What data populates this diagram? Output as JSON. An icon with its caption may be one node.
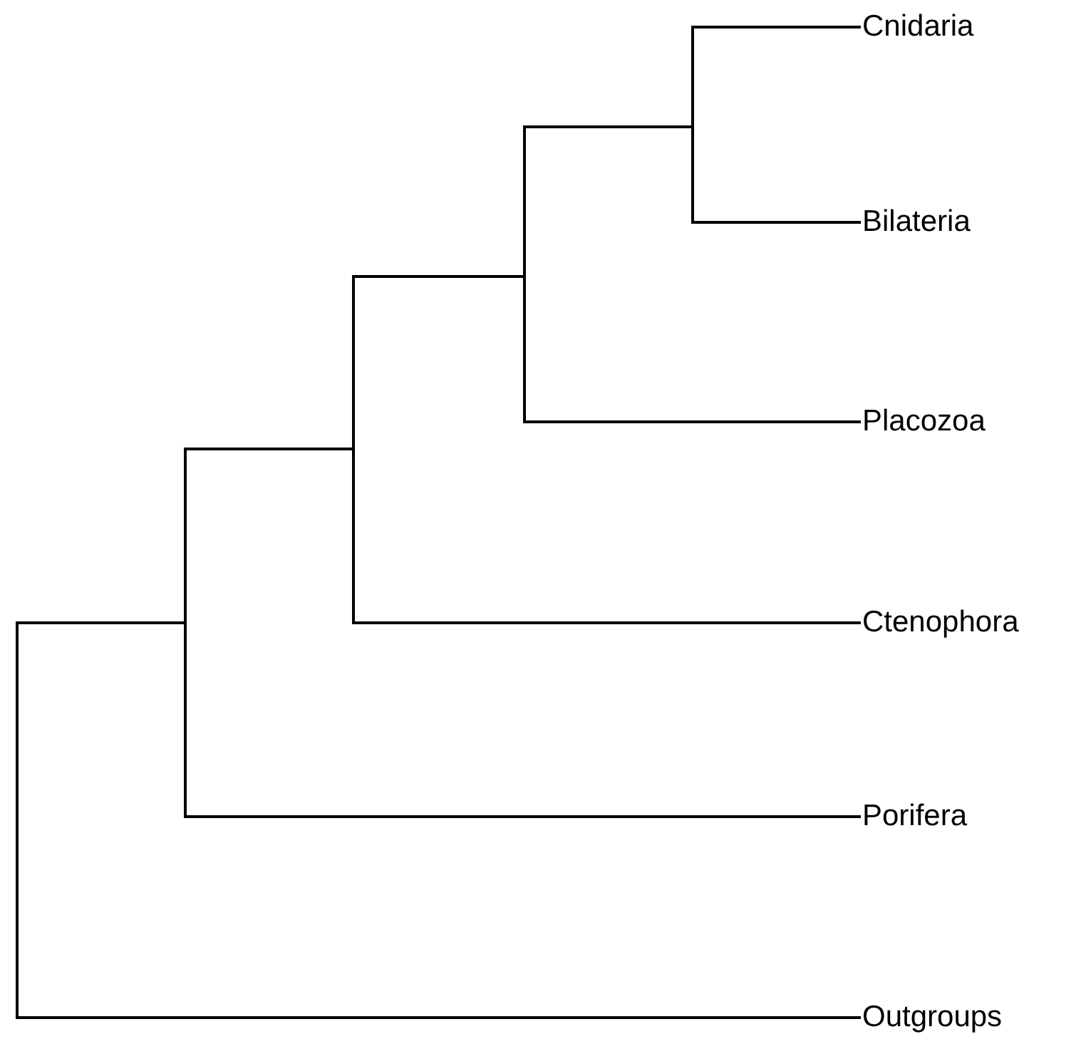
{
  "diagram": {
    "nodes": [
      {
        "text": [],
        "shape": "bar"
      },
      {
        "text": [],
        "shape": "bar"
      },
      {
        "text": [],
        "shape": "bar"
      },
      {
        "text": [],
        "shape": "bar"
      },
      {
        "text": [],
        "shape": "bar"
      },
      {
        "text": [
          "Cnidaria"
        ]
      },
      {
        "text": [
          "Bilateria"
        ]
      },
      {
        "text": [
          "Placozoa"
        ]
      },
      {
        "text": [
          "Ctenophora"
        ]
      },
      {
        "text": [
          "Porifera"
        ]
      },
      {
        "text": [
          "Outgroups"
        ]
      }
    ],
    "edges": [
      {
        "from": 0,
        "to": 1,
        "arrow": "none"
      },
      {
        "from": 0,
        "to": 10,
        "arrow": "none"
      },
      {
        "from": 1,
        "to": 2,
        "arrow": "none"
      },
      {
        "from": 1,
        "to": 9,
        "arrow": "none"
      },
      {
        "from": 2,
        "to": 3,
        "arrow": "none"
      },
      {
        "from": 2,
        "to": 8,
        "arrow": "none"
      },
      {
        "from": 3,
        "to": 4,
        "arrow": "none"
      },
      {
        "from": 3,
        "to": 7,
        "arrow": "none"
      },
      {
        "from": 4,
        "to": 5,
        "arrow": "none"
      },
      {
        "from": 4,
        "to": 6,
        "arrow": "none"
      }
    ]
  }
}
